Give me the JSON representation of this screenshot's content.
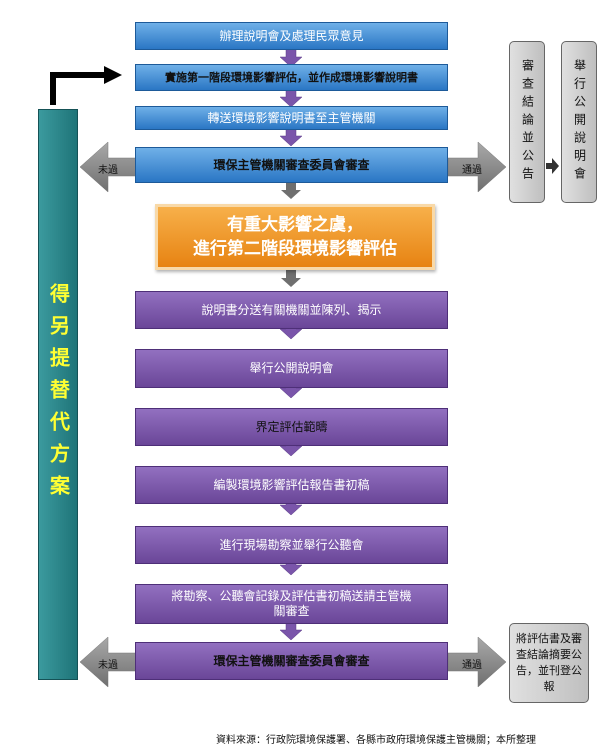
{
  "title_steps": {
    "s1": "辦理說明會及處理民眾意見",
    "s2": "實施第一階段環境影響評估，並作成環境影響說明書",
    "s3": "轉送環境影響說明書至主管機關",
    "s4": "環保主管機關審查委員會審查",
    "s5_line1": "有重大影響之虞，",
    "s5_line2": "進行第二階段環境影響評估",
    "s6": "說明書分送有關機關並陳列、揭示",
    "s7": "舉行公開說明會",
    "s8": "界定評估範疇",
    "s9": "編製環境影響評估報告書初稿",
    "s10": "進行現場勘察並舉行公聽會",
    "s11": "將勘察、公聽會記錄及評估書初稿送請主管機關審查",
    "s12": "環保主管機關審查委員會審查"
  },
  "side": {
    "alt_plan": "得另提替代方案",
    "review_publish": "審查結論並公告",
    "public_meeting": "舉行公開說明會",
    "final_publish": "將評估書及審查結論摘要公告，並刊登公報"
  },
  "labels": {
    "not_pass": "未過",
    "pass": "通過"
  },
  "source": "資料來源：行政院環境保護署、各縣市政府環境保護主管機關；本所整理"
}
